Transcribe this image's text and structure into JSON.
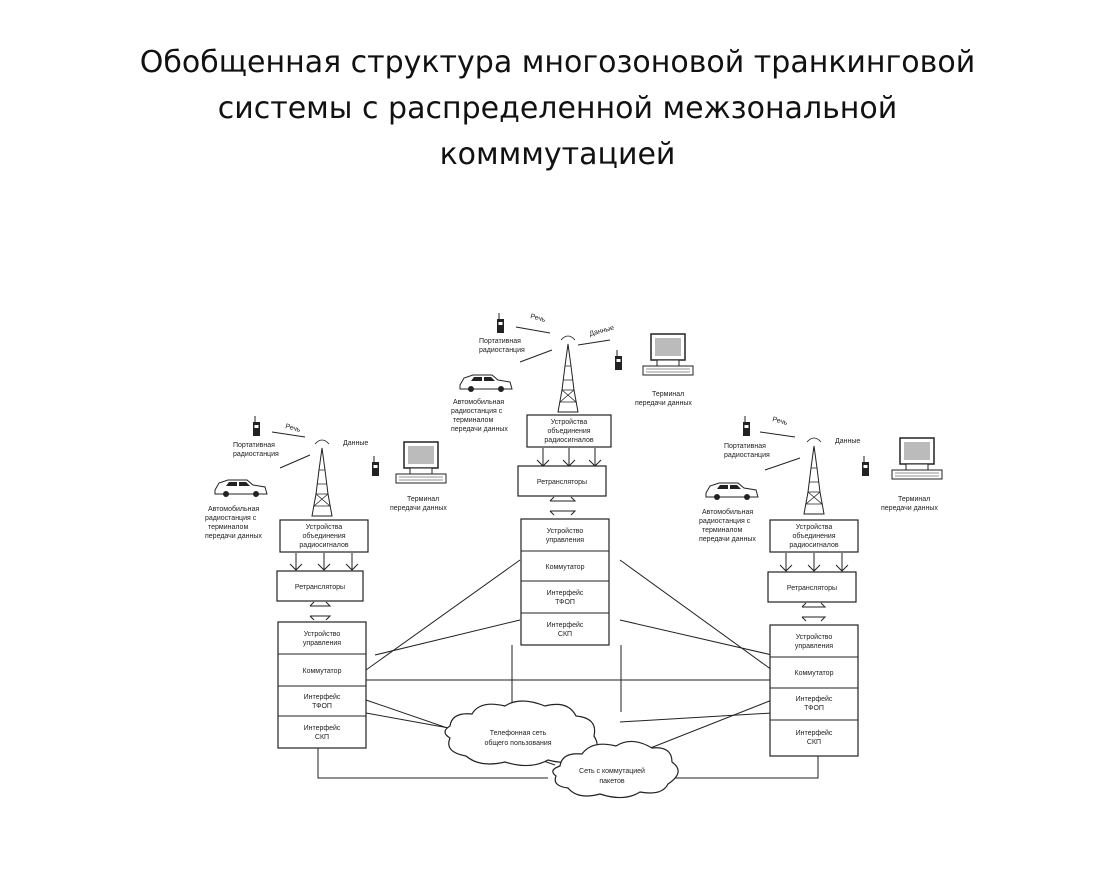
{
  "title": {
    "line1": "Обобщенная структура многозоновой транкинговой",
    "line2": "системы с распределенной межзональной",
    "line3": "комммутацией"
  },
  "labels": {
    "speech": "Речь",
    "data": "Данные",
    "portable_1": "Портативная",
    "portable_2": "радиостанция",
    "mobile_1": "Автомобильная",
    "mobile_2": "радиостанция с",
    "mobile_3": "терминалом",
    "mobile_4": "передачи данных",
    "terminal_1": "Терминал",
    "terminal_2": "передачи данных"
  },
  "blocks": {
    "combiner_1": "Устройства",
    "combiner_2": "объединения",
    "combiner_3": "радиосигналов",
    "repeaters": "Ретрансляторы",
    "control_1": "Устройство",
    "control_2": "управления",
    "switch": "Коммутатор",
    "pstn_1": "Интерфейс",
    "pstn_2": "ТФОП",
    "skl_1": "Интерфейс",
    "skl_2": "СКП"
  },
  "networks": {
    "phone_1": "Телефонная сеть",
    "phone_2": "общего пользования",
    "packet_1": "Сеть с коммутацией",
    "packet_2": "пакетов"
  }
}
